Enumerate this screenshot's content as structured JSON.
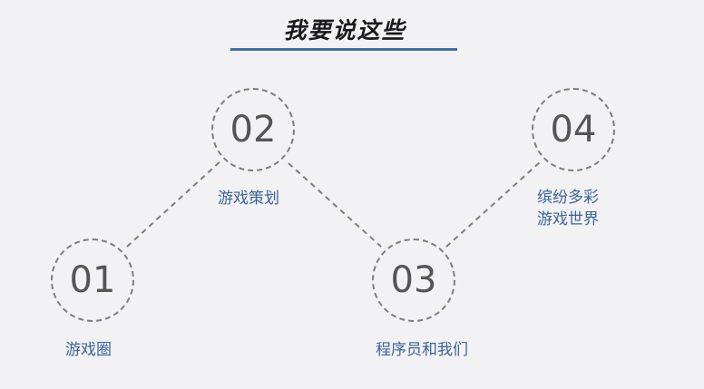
{
  "title": "我要说这些",
  "nodes": [
    {
      "number": "01",
      "label": "游戏圈"
    },
    {
      "number": "02",
      "label": "游戏策划"
    },
    {
      "number": "03",
      "label": "程序员和我们"
    },
    {
      "number": "04",
      "label_lines": [
        "缤纷多彩",
        "游戏世界"
      ]
    }
  ],
  "colors": {
    "accent": "#3f6ea8",
    "label_text": "#3d6496",
    "circle_border": "#7d7d7d",
    "number_text": "#555555",
    "background": "#f2f2f4"
  }
}
